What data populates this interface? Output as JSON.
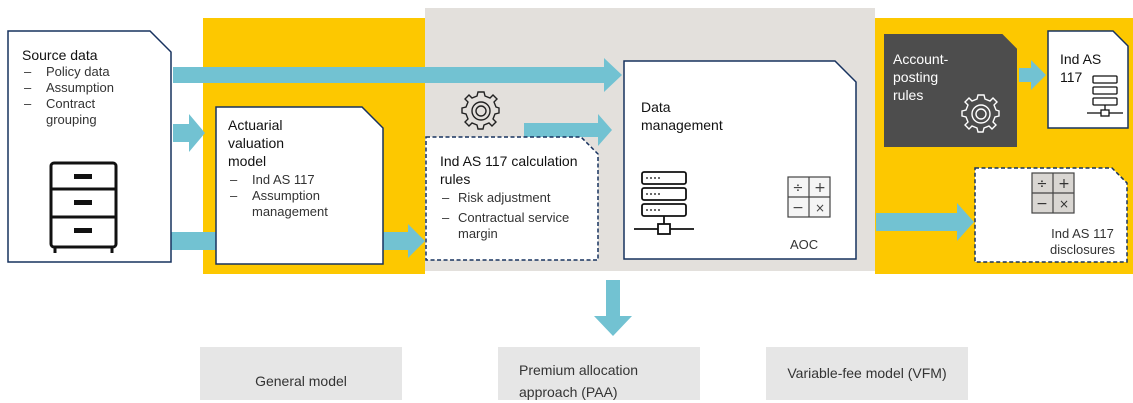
{
  "colors": {
    "yellow": "#fdc800",
    "grey_panel": "#e3e0dc",
    "dark_box": "#4d4d4d",
    "arrow": "#72c2d2",
    "border": "#17325f"
  },
  "source": {
    "title": "Source data",
    "items": [
      "Policy data",
      "Assumption",
      "Contract grouping"
    ],
    "icon": "filing-cabinet-icon"
  },
  "actuarial": {
    "title": "Actuarial valuation model",
    "items": [
      "Ind AS 117",
      "Assumption management"
    ]
  },
  "calc": {
    "title": "Ind AS 117 calculation rules",
    "items": [
      "Risk adjustment",
      "Contractual service margin"
    ],
    "icon": "gear-icon"
  },
  "datamgmt": {
    "title": "Data management",
    "aoc": "AOC",
    "icons": [
      "server-icon",
      "calculator-icon"
    ]
  },
  "posting": {
    "title": "Account-posting rules",
    "icon": "gear-icon"
  },
  "indas_box": {
    "title": "Ind AS 117",
    "icon": "server-icon"
  },
  "disclosures": {
    "label": "Ind AS 117 disclosures",
    "icon": "calculator-icon"
  },
  "models": [
    "General model",
    "Premium allocation approach (PAA)",
    "Variable-fee model (VFM)"
  ]
}
